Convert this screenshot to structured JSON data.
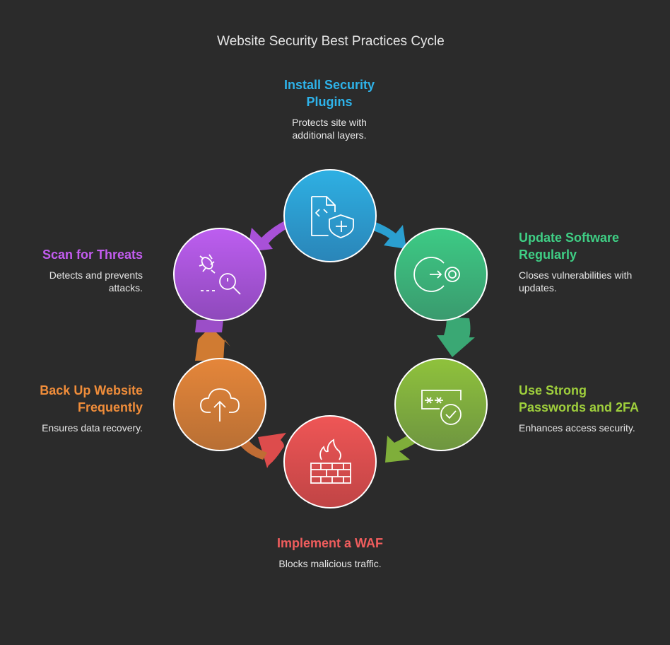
{
  "title": "Website Security Best Practices Cycle",
  "steps": [
    {
      "heading": "Install Security Plugins",
      "description": "Protects site with additional layers.",
      "color": "#2a9fd0",
      "icon": "file-shield-icon"
    },
    {
      "heading": "Update Software Regularly",
      "description": "Closes vulnerabilities with updates.",
      "color": "#35b87a",
      "icon": "arrow-target-icon"
    },
    {
      "heading": "Use Strong Passwords and 2FA",
      "description": "Enhances access security.",
      "color": "#7fae3a",
      "icon": "password-check-icon"
    },
    {
      "heading": "Implement a WAF",
      "description": "Blocks malicious traffic.",
      "color": "#dd4c4c",
      "icon": "firewall-icon"
    },
    {
      "heading": "Back Up Website Frequently",
      "description": "Ensures data recovery.",
      "color": "#d07b32",
      "icon": "cloud-upload-icon"
    },
    {
      "heading": "Scan for Threats",
      "description": "Detects and prevents attacks.",
      "color": "#a851d8",
      "icon": "bug-search-icon"
    }
  ],
  "text_colors": [
    "#2eb3ea",
    "#3fcf85",
    "#9fcf3c",
    "#f05d5d",
    "#f08d3a",
    "#c35cf0"
  ]
}
